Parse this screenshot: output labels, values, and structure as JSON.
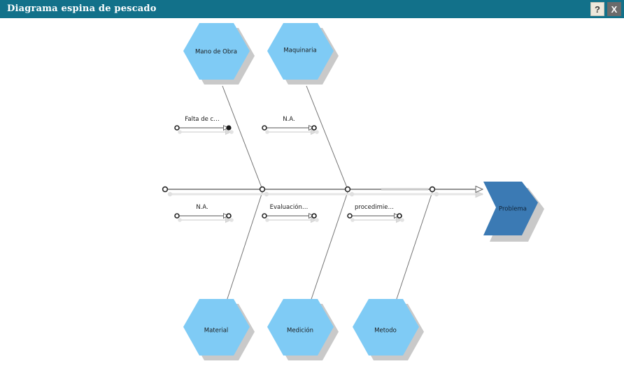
{
  "window": {
    "title": "Diagrama espina de pescado",
    "help_label": "?",
    "close_label": "X"
  },
  "colors": {
    "titlebar": "#12718a",
    "hexagon_fill": "#7fcbf5",
    "shadow": "#c9c9c9",
    "problem_fill": "#3b7ab4",
    "line": "#555555",
    "ghost_line": "#d8d8d8"
  },
  "diagram": {
    "type": "fishbone",
    "problem": {
      "label": "Problema"
    },
    "categories_top": [
      {
        "label": "Mano de Obra"
      },
      {
        "label": "Maquinaria"
      }
    ],
    "categories_bottom": [
      {
        "label": "Material"
      },
      {
        "label": "Medición"
      },
      {
        "label": "Metodo"
      }
    ],
    "causes_top": [
      {
        "label": "Falta de c…"
      },
      {
        "label": "N.A."
      }
    ],
    "causes_bottom": [
      {
        "label": "N.A."
      },
      {
        "label": "Evaluación…"
      },
      {
        "label": "procedimie…"
      }
    ]
  }
}
